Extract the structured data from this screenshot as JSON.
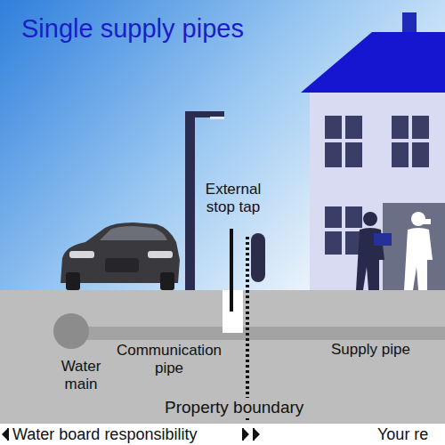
{
  "diagram": {
    "title": "Single supply pipes",
    "labels": [
      "External stop tap",
      "Communication pipe",
      "Water main",
      "Supply pipe",
      "Property boundary",
      "Water board responsibility",
      "Your re"
    ]
  }
}
